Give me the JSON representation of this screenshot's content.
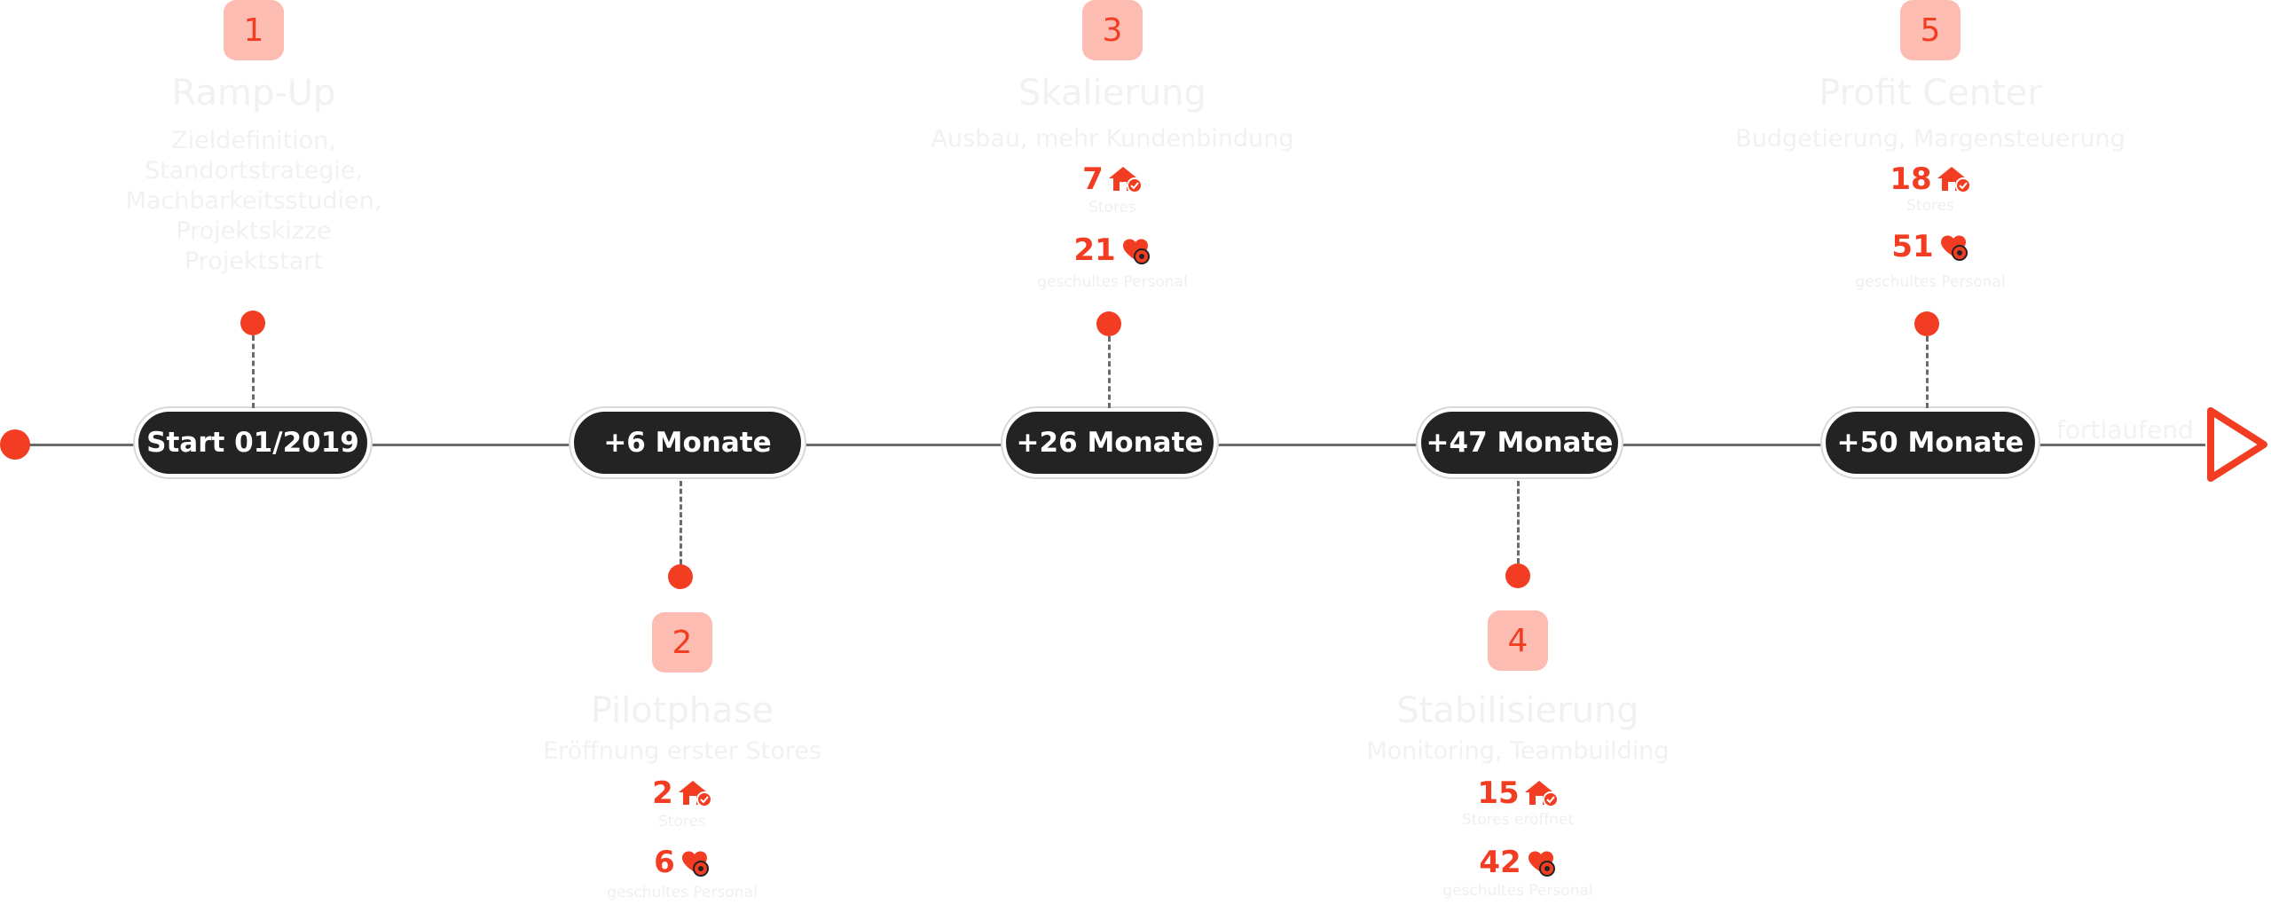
{
  "timeline": {
    "continue_label": "fortlaufend",
    "accent_color": "#f23d22",
    "pill_color": "#232323",
    "milestones": [
      {
        "label": "Start 01/2019"
      },
      {
        "label": "+6 Monate"
      },
      {
        "label": "+26 Monate"
      },
      {
        "label": "+47 Monate"
      },
      {
        "label": "+50 Monate"
      }
    ]
  },
  "phases": [
    {
      "number": "1",
      "title": "Ramp-Up",
      "description_lines": [
        "Zieldefinition,",
        "Standortstrategie,",
        "Machbarkeitsstudien,",
        "Projektskizze",
        "Projektstart"
      ]
    },
    {
      "number": "2",
      "title": "Pilotphase",
      "description_lines": [
        "Eröffnung erster Stores"
      ],
      "stats": [
        {
          "value": "2",
          "icon": "store-check-icon",
          "label": "Stores"
        },
        {
          "value": "6",
          "icon": "staff-heart-icon",
          "label": "geschultes Personal"
        }
      ]
    },
    {
      "number": "3",
      "title": "Skalierung",
      "description_lines": [
        "Ausbau, mehr Kundenbindung"
      ],
      "stats": [
        {
          "value": "7",
          "icon": "store-check-icon",
          "label": "Stores"
        },
        {
          "value": "21",
          "icon": "staff-heart-icon",
          "label": "geschultes Personal"
        }
      ]
    },
    {
      "number": "4",
      "title": "Stabilisierung",
      "description_lines": [
        "Monitoring, Teambuilding"
      ],
      "stats": [
        {
          "value": "15",
          "icon": "store-check-icon",
          "label": "Stores eröffnet"
        },
        {
          "value": "42",
          "icon": "staff-heart-icon",
          "label": "geschultes Personal"
        }
      ]
    },
    {
      "number": "5",
      "title": "Profit Center",
      "description_lines": [
        "Budgetierung, Margensteuerung"
      ],
      "stats": [
        {
          "value": "18",
          "icon": "store-check-icon",
          "label": "Stores"
        },
        {
          "value": "51",
          "icon": "staff-heart-icon",
          "label": "geschultes Personal"
        }
      ]
    }
  ]
}
